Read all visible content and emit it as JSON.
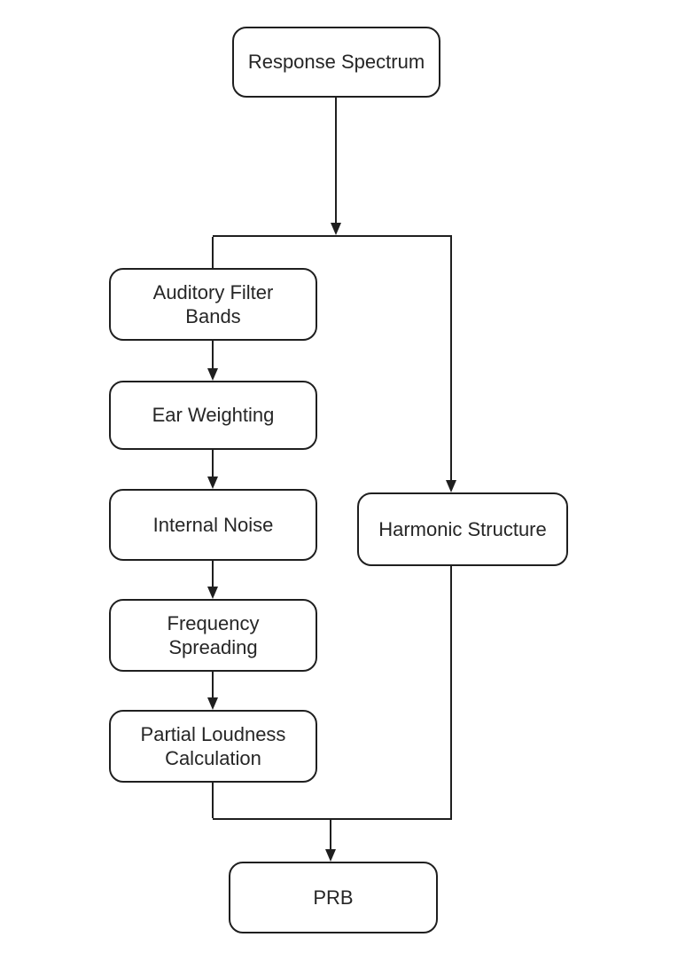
{
  "diagram": {
    "type": "flowchart",
    "direction": "top-down",
    "background_color": "#ffffff",
    "line_color": "#1f1f1f",
    "node_border_color": "#1f1f1f",
    "node_fill_color": "#ffffff",
    "text_color": "#262626"
  },
  "nodes": [
    {
      "id": "response-spectrum",
      "label": "Response Spectrum"
    },
    {
      "id": "auditory-filter-bands",
      "label": "Auditory Filter\nBands"
    },
    {
      "id": "ear-weighting",
      "label": "Ear Weighting"
    },
    {
      "id": "internal-noise",
      "label": "Internal Noise"
    },
    {
      "id": "frequency-spreading",
      "label": "Frequency\nSpreading"
    },
    {
      "id": "partial-loudness-calculation",
      "label": "Partial Loudness\nCalculation"
    },
    {
      "id": "harmonic-structure",
      "label": "Harmonic Structure"
    },
    {
      "id": "prb",
      "label": "PRB"
    }
  ],
  "edges": [
    {
      "from": "response-spectrum",
      "to": "top-junction",
      "arrowhead": true
    },
    {
      "from": "top-junction",
      "to": "auditory-filter-bands",
      "arrowhead": false
    },
    {
      "from": "top-junction",
      "to": "harmonic-structure",
      "arrowhead": true
    },
    {
      "from": "auditory-filter-bands",
      "to": "ear-weighting",
      "arrowhead": true
    },
    {
      "from": "ear-weighting",
      "to": "internal-noise",
      "arrowhead": true
    },
    {
      "from": "internal-noise",
      "to": "frequency-spreading",
      "arrowhead": true
    },
    {
      "from": "frequency-spreading",
      "to": "partial-loudness-calculation",
      "arrowhead": true
    },
    {
      "from": "partial-loudness-calculation",
      "to": "bottom-junction",
      "arrowhead": false
    },
    {
      "from": "harmonic-structure",
      "to": "bottom-junction",
      "arrowhead": false
    },
    {
      "from": "bottom-junction",
      "to": "prb",
      "arrowhead": true
    }
  ]
}
